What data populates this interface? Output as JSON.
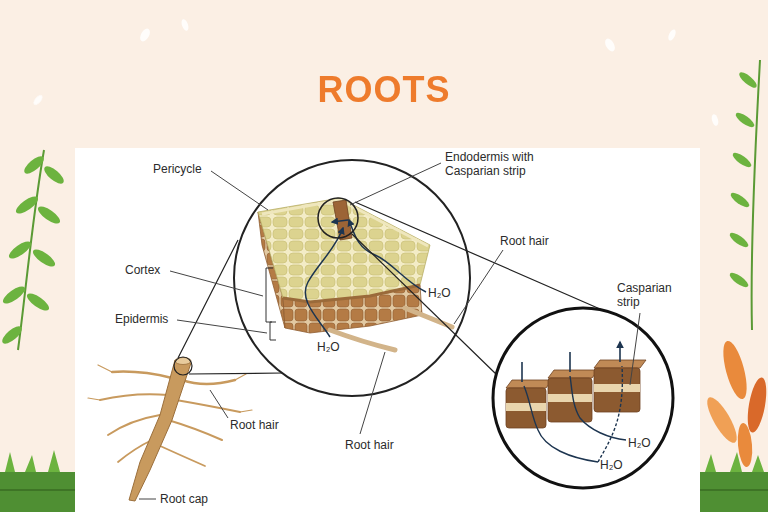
{
  "diagram": {
    "title": "ROOTS",
    "labels": [
      "Pericycle",
      "Endodermis with Casparian strip",
      "Root hair",
      "Cortex",
      "H₂O",
      "Epidermis",
      "H₂O",
      "Root hair",
      "Casparian strip",
      "Root hair",
      "H₂O",
      "H₂O",
      "Root cap"
    ]
  }
}
